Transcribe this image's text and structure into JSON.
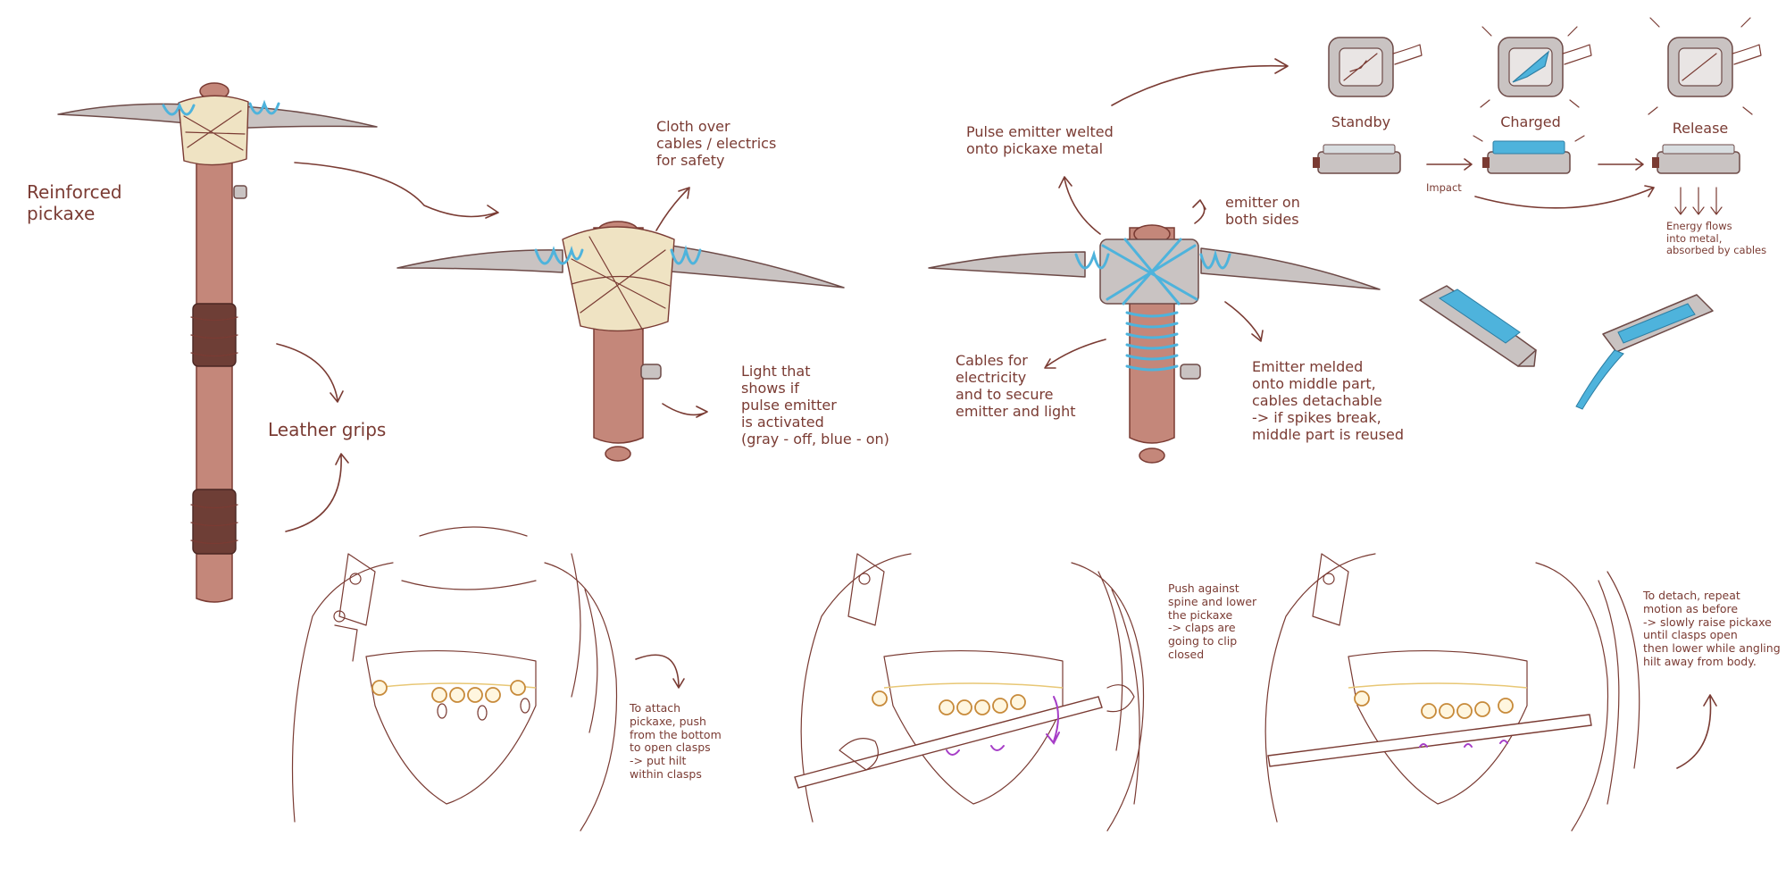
{
  "notes": {
    "reinforced_pickaxe": "Reinforced\npickaxe",
    "leather_grips": "Leather grips",
    "cloth_over_cables": "Cloth over\ncables / electrics\nfor safety",
    "light_shows": "Light that\nshows if\npulse emitter\nis activated\n(gray - off, blue - on)",
    "pulse_emitter_welted": "Pulse emitter welted\nonto pickaxe metal",
    "emitter_both_sides": "emitter on\nboth sides",
    "cables_electricity": "Cables for\nelectricity\nand to secure\nemitter and light",
    "emitter_melded": "Emitter melded\nonto middle part,\ncables detachable\n-> if spikes break,\nmiddle part is reused",
    "to_attach": "To attach\npickaxe, push\nfrom the bottom\nto open clasps\n-> put hilt\nwithin clasps",
    "push_against": "Push against\nspine and lower\nthe pickaxe\n-> claps are\ngoing to clip\nclosed",
    "to_detach": "To detach, repeat\nmotion as before\n-> slowly raise pickaxe\nuntil clasps open\nthen lower while angling\nhilt away from body.",
    "energy_flows": "Energy flows\ninto metal,\nabsorbed by cables",
    "impact": "Impact"
  },
  "states": {
    "standby": "Standby",
    "charged": "Charged",
    "release": "Release"
  },
  "colors": {
    "ink": "#7a3b33",
    "cable_blue": "#4eb3dc",
    "cloth": "#efe3c3",
    "handle": "#c4877a",
    "metal": "#c9c3c2",
    "leather": "#6e3e36",
    "clasp_gold": "#c78a3a",
    "motion_purple": "#a63ec7"
  }
}
